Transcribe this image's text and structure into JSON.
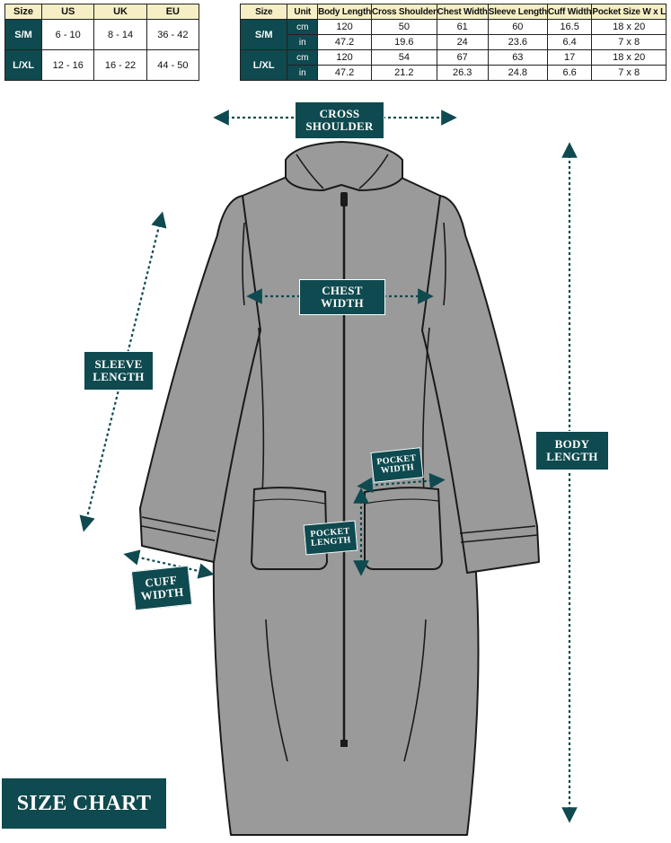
{
  "size_table": {
    "headers": [
      "Size",
      "US",
      "UK",
      "EU"
    ],
    "rows": [
      [
        "S/M",
        "6 - 10",
        "8 - 14",
        "36 - 42"
      ],
      [
        "L/XL",
        "12 - 16",
        "16 - 22",
        "44 - 50"
      ]
    ]
  },
  "measure_table": {
    "headers": [
      "Size",
      "Unit",
      "Body Length",
      "Cross Shoulder",
      "Chest Width",
      "Sleeve Length",
      "Cuff Width",
      "Pocket Size W x L"
    ],
    "groups": [
      {
        "size": "S/M",
        "rows": [
          {
            "unit": "cm",
            "values": [
              "120",
              "50",
              "61",
              "60",
              "16.5",
              "18 x 20"
            ]
          },
          {
            "unit": "in",
            "values": [
              "47.2",
              "19.6",
              "24",
              "23.6",
              "6.4",
              "7 x 8"
            ]
          }
        ]
      },
      {
        "size": "L/XL",
        "rows": [
          {
            "unit": "cm",
            "values": [
              "120",
              "54",
              "67",
              "63",
              "17",
              "18 x 20"
            ]
          },
          {
            "unit": "in",
            "values": [
              "47.2",
              "21.2",
              "26.3",
              "24.8",
              "6.6",
              "7 x 8"
            ]
          }
        ]
      }
    ]
  },
  "labels": {
    "cross_shoulder": [
      "CROSS",
      "SHOULDER"
    ],
    "chest_width": [
      "CHEST",
      "WIDTH"
    ],
    "sleeve_length": [
      "SLEEVE",
      "LENGTH"
    ],
    "body_length": [
      "BODY",
      "LENGTH"
    ],
    "pocket_width": [
      "POCKET",
      "WIDTH"
    ],
    "pocket_length": [
      "POCKET",
      "LENGTH"
    ],
    "cuff_width": [
      "CUFF",
      "WIDTH"
    ]
  },
  "title": "SIZE CHART",
  "colors": {
    "teal": "#0e4a4f",
    "header": "#f6efc6",
    "robe": "#9a9a9a",
    "outline": "#1a1a1a"
  }
}
